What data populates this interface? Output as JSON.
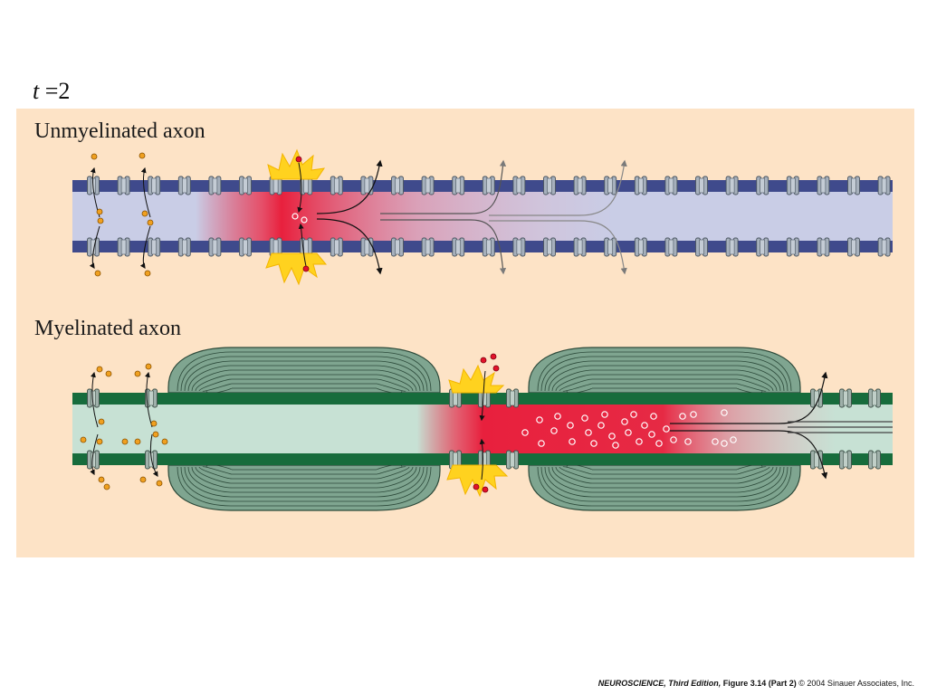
{
  "time_label": {
    "var": "t",
    "rest": " =2"
  },
  "sections": {
    "unmyelinated": "Unmyelinated axon",
    "myelinated": "Myelinated axon"
  },
  "footer": {
    "book": "NEUROSCIENCE, Third Edition,",
    "figure": "Figure 3.14 (Part 2)",
    "copyright": "© 2004 Sinauer Associates, Inc."
  },
  "colors": {
    "panel": "#fde3c6",
    "unmy_membrane": "#3f4a8c",
    "unmy_axoplasm": "#c9cde6",
    "my_membrane": "#176c3c",
    "my_axoplasm": "#c7e1d4",
    "myelin": "#7fa590",
    "depolarized": "#e8203d",
    "channel": "#a6b0bc",
    "potassium_ion": "#f0a020",
    "sodium_ion": "#e2122a",
    "spark": "#ffd21f"
  }
}
